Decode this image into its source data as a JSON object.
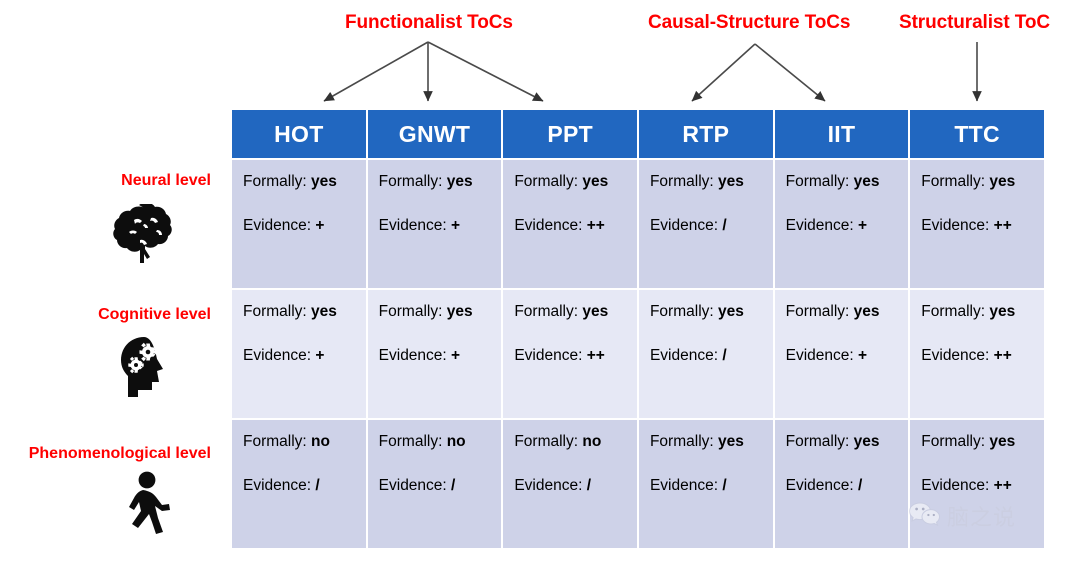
{
  "groups": [
    {
      "id": "functionalist",
      "label": "Functionalist ToCs",
      "color": "#FF0000"
    },
    {
      "id": "causal",
      "label": "Causal-Structure ToCs",
      "color": "#FF0000"
    },
    {
      "id": "structuralist",
      "label": "Structuralist ToC",
      "color": "#FF0000"
    }
  ],
  "columns": [
    {
      "key": "hot",
      "label": "HOT"
    },
    {
      "key": "gnwt",
      "label": "GNWT"
    },
    {
      "key": "ppt",
      "label": "PPT"
    },
    {
      "key": "rtp",
      "label": "RTP"
    },
    {
      "key": "iit",
      "label": "IIT"
    },
    {
      "key": "ttc",
      "label": "TTC"
    }
  ],
  "rows": [
    {
      "key": "neural",
      "label": "Neural level",
      "icon": "brain-icon",
      "shade": "dark",
      "cells": [
        {
          "formally_label": "Formally:",
          "formally_value": "yes",
          "evidence_label": "Evidence:",
          "evidence_value": "+"
        },
        {
          "formally_label": "Formally:",
          "formally_value": "yes",
          "evidence_label": "Evidence:",
          "evidence_value": "+"
        },
        {
          "formally_label": "Formally:",
          "formally_value": "yes",
          "evidence_label": "Evidence:",
          "evidence_value": "++"
        },
        {
          "formally_label": "Formally:",
          "formally_value": "yes",
          "evidence_label": "Evidence:",
          "evidence_value": "/"
        },
        {
          "formally_label": "Formally:",
          "formally_value": "yes",
          "evidence_label": "Evidence:",
          "evidence_value": "+"
        },
        {
          "formally_label": "Formally:",
          "formally_value": "yes",
          "evidence_label": "Evidence:",
          "evidence_value": "++"
        }
      ]
    },
    {
      "key": "cognitive",
      "label": "Cognitive level",
      "icon": "head-gears-icon",
      "shade": "light",
      "cells": [
        {
          "formally_label": "Formally:",
          "formally_value": "yes",
          "evidence_label": "Evidence:",
          "evidence_value": "+"
        },
        {
          "formally_label": "Formally:",
          "formally_value": "yes",
          "evidence_label": "Evidence:",
          "evidence_value": "+"
        },
        {
          "formally_label": "Formally:",
          "formally_value": "yes",
          "evidence_label": "Evidence:",
          "evidence_value": "++"
        },
        {
          "formally_label": "Formally:",
          "formally_value": "yes",
          "evidence_label": "Evidence:",
          "evidence_value": "/"
        },
        {
          "formally_label": "Formally:",
          "formally_value": "yes",
          "evidence_label": "Evidence:",
          "evidence_value": "+"
        },
        {
          "formally_label": "Formally:",
          "formally_value": "yes",
          "evidence_label": "Evidence:",
          "evidence_value": "++"
        }
      ]
    },
    {
      "key": "phenomenological",
      "label": "Phenomenological level",
      "icon": "walking-person-icon",
      "shade": "dark",
      "cells": [
        {
          "formally_label": "Formally:",
          "formally_value": "no",
          "evidence_label": "Evidence:",
          "evidence_value": "/"
        },
        {
          "formally_label": "Formally:",
          "formally_value": "no",
          "evidence_label": "Evidence:",
          "evidence_value": "/"
        },
        {
          "formally_label": "Formally:",
          "formally_value": "no",
          "evidence_label": "Evidence:",
          "evidence_value": "/"
        },
        {
          "formally_label": "Formally:",
          "formally_value": "yes",
          "evidence_label": "Evidence:",
          "evidence_value": "/"
        },
        {
          "formally_label": "Formally:",
          "formally_value": "yes",
          "evidence_label": "Evidence:",
          "evidence_value": "/"
        },
        {
          "formally_label": "Formally:",
          "formally_value": "yes",
          "evidence_label": "Evidence:",
          "evidence_value": "++"
        }
      ]
    }
  ],
  "watermark": {
    "text": "脑之说",
    "icon": "wechat-icon"
  },
  "colors": {
    "header_blue": "#2167C0",
    "row_dark": "#CED2E8",
    "row_light": "#E6E8F5",
    "accent_red": "#FF0000",
    "arrow": "#404040"
  }
}
